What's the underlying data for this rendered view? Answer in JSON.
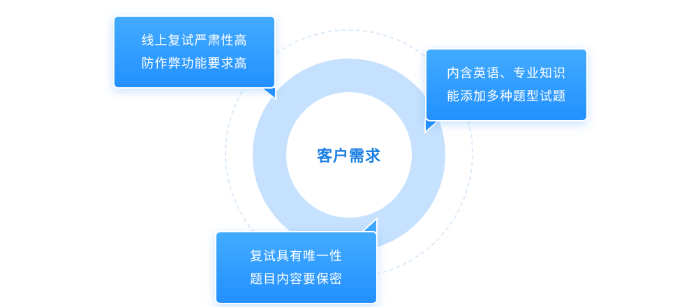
{
  "center": {
    "title": "客户需求"
  },
  "bubbles": [
    {
      "line1": "线上复试严肃性高",
      "line2": "防作弊功能要求高"
    },
    {
      "line1": "内含英语、专业知识",
      "line2": "能添加多种题型试题"
    },
    {
      "line1": "复试具有唯一性",
      "line2": "题目内容要保密"
    }
  ]
}
